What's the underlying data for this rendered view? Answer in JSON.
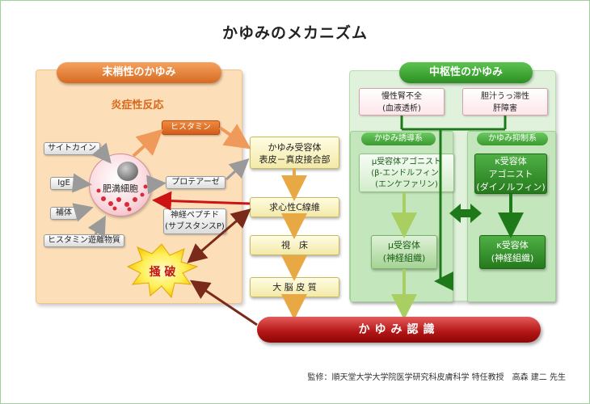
{
  "title": "かゆみのメカニズム",
  "peripheral": {
    "tab": "末梢性のかゆみ",
    "inflammation": "炎症性反応",
    "histamine": "ヒスタミン",
    "mast_cell": "肥満細胞",
    "inputs": [
      "サイトカイン",
      "IgE",
      "補体",
      "ヒスタミン遊離物質"
    ],
    "protease": "プロテアーゼ",
    "neuropeptide_line1": "神経ペプチド",
    "neuropeptide_line2": "(サブスタンスP)",
    "scratch": "掻 破"
  },
  "pathway": {
    "receptor_line1": "かゆみ受容体",
    "receptor_line2": "表皮－真皮接合部",
    "afferent": "求心性C線維",
    "thalamus": "視　床",
    "cortex": "大 脳 皮 質"
  },
  "central": {
    "tab": "中枢性のかゆみ",
    "cause1_line1": "慢性腎不全",
    "cause1_line2": "(血液透析)",
    "cause2_line1": "胆汁うっ滞性",
    "cause2_line2": "肝障害",
    "induce_tab": "かゆみ誘導系",
    "suppress_tab": "かゆみ抑制系",
    "mu_agonist_line1": "μ受容体アゴニスト",
    "mu_agonist_line2": "(β-エンドルフィン)",
    "mu_agonist_line3": "(エンケファリン)",
    "kappa_agonist_line1": "κ受容体",
    "kappa_agonist_line2": "アゴニスト",
    "kappa_agonist_line3": "(ダイノルフィン)",
    "mu_receptor_line1": "μ受容体",
    "mu_receptor_line2": "(神経組織)",
    "kappa_receptor_line1": "κ受容体",
    "kappa_receptor_line2": "(神経組織)"
  },
  "recognition": "かゆみ認識",
  "credit": "監修：順天堂大学大学院医学研究科皮膚科学 特任教授　高森 建二 先生",
  "colors": {
    "orange": "#d76b22",
    "green": "#2c8f22",
    "red": "#b31414"
  }
}
